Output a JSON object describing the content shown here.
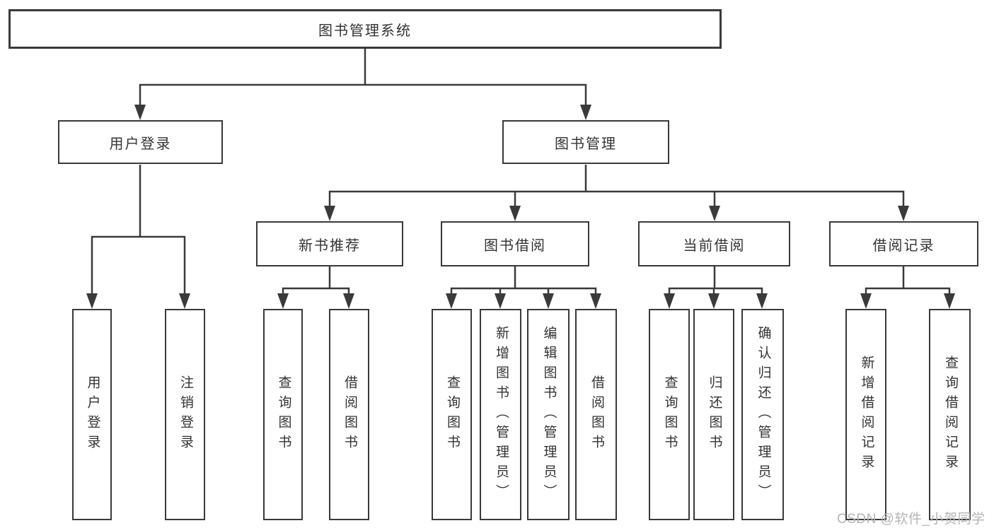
{
  "diagram": {
    "type": "hierarchy-functional-structure",
    "colors": {
      "line": "#3a3a3a",
      "text": "#333333",
      "watermark": "#b5b5b5",
      "background": "#ffffff"
    },
    "watermark": {
      "text": "CSDN @软件_小贺同学"
    },
    "tree": {
      "label": "图书管理系统",
      "children": [
        {
          "label": "用户登录",
          "children": [
            {
              "label": "用户登录"
            },
            {
              "label": "注销登录"
            }
          ]
        },
        {
          "label": "图书管理",
          "children": [
            {
              "label": "新书推荐",
              "children": [
                {
                  "label": "查询图书"
                },
                {
                  "label": "借阅图书"
                }
              ]
            },
            {
              "label": "图书借阅",
              "children": [
                {
                  "label": "查询图书"
                },
                {
                  "label": "新增图书（管理员）"
                },
                {
                  "label": "编辑图书（管理员）"
                },
                {
                  "label": "借阅图书"
                }
              ]
            },
            {
              "label": "当前借阅",
              "children": [
                {
                  "label": "查询图书"
                },
                {
                  "label": "归还图书"
                },
                {
                  "label": "确认归还（管理员）"
                }
              ]
            },
            {
              "label": "借阅记录",
              "children": [
                {
                  "label": "新增借阅记录"
                },
                {
                  "label": "查询借阅记录"
                }
              ]
            }
          ]
        }
      ]
    }
  }
}
